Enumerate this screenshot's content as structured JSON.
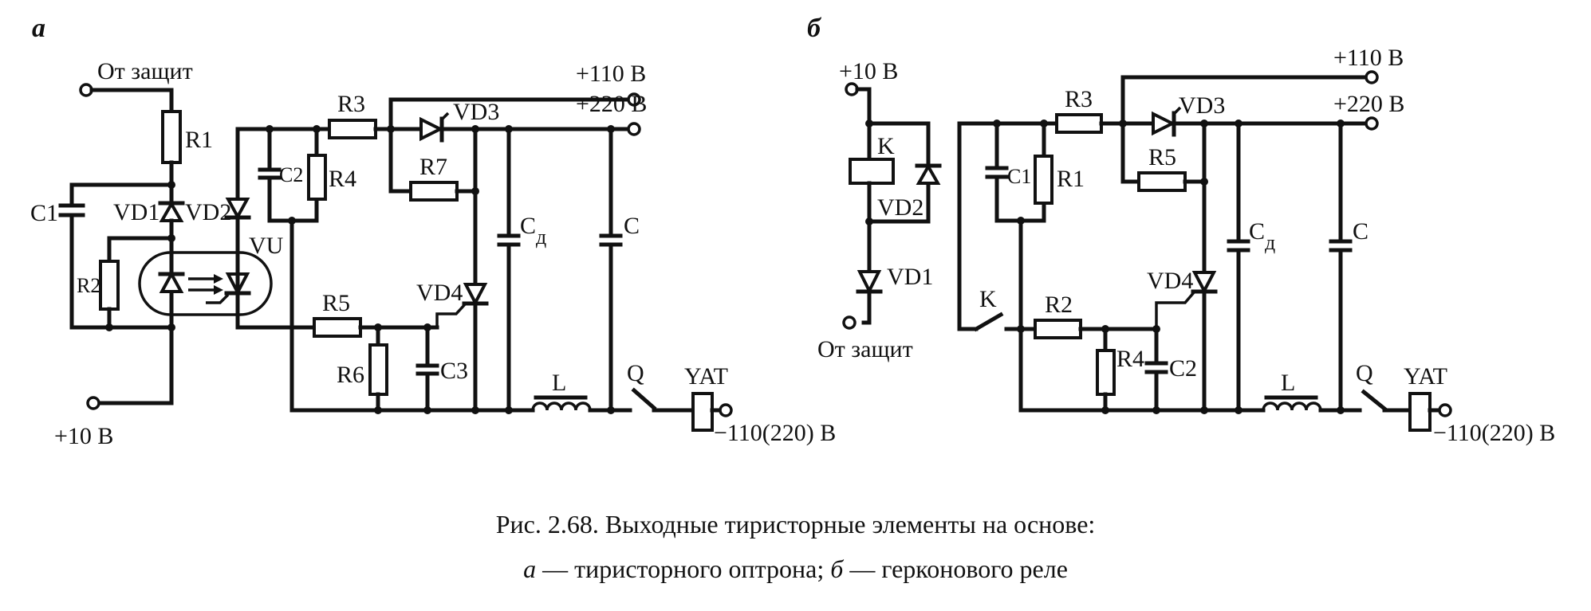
{
  "figure": {
    "panel_a": {
      "label": "а",
      "input_label": "От защит",
      "supply_label": "+10 В",
      "out_110": "+110 В",
      "out_220": "+220 В",
      "trip_supply": "−110(220)  В",
      "components": {
        "R1": "R1",
        "R2": "R2",
        "R3": "R3",
        "R4": "R4",
        "R5": "R5",
        "R6": "R6",
        "R7": "R7",
        "C1": "C1",
        "C2": "C2",
        "C3": "C3",
        "Cd": "C",
        "Cd_sub": "д",
        "C": "C",
        "VD1": "VD1",
        "VD2": "VD2",
        "VD3": "VD3",
        "VD4": "VD4",
        "VU": "VU",
        "L": "L",
        "Q": "Q",
        "YAT": "YAT"
      }
    },
    "panel_b": {
      "label": "б",
      "input_label": "От защит",
      "supply_label": "+10 В",
      "out_110": "+110 В",
      "out_220": "+220 В",
      "trip_supply": "−110(220)  В",
      "components": {
        "K_coil": "K",
        "K_contact": "K",
        "R1": "R1",
        "R2": "R2",
        "R3": "R3",
        "R4": "R4",
        "R5": "R5",
        "C1": "C1",
        "C2": "C2",
        "Cd": "C",
        "Cd_sub": "д",
        "C": "C",
        "VD1": "VD1",
        "VD2": "VD2",
        "VD3": "VD3",
        "VD4": "VD4",
        "L": "L",
        "Q": "Q",
        "YAT": "YAT"
      }
    },
    "caption": {
      "line1": "Рис. 2.68. Выходные тиристорные элементы на основе:",
      "line2_a": "а",
      "line2_a_text": " — тиристорного оптрона; ",
      "line2_b": "б",
      "line2_b_text": " — герконового реле"
    }
  }
}
